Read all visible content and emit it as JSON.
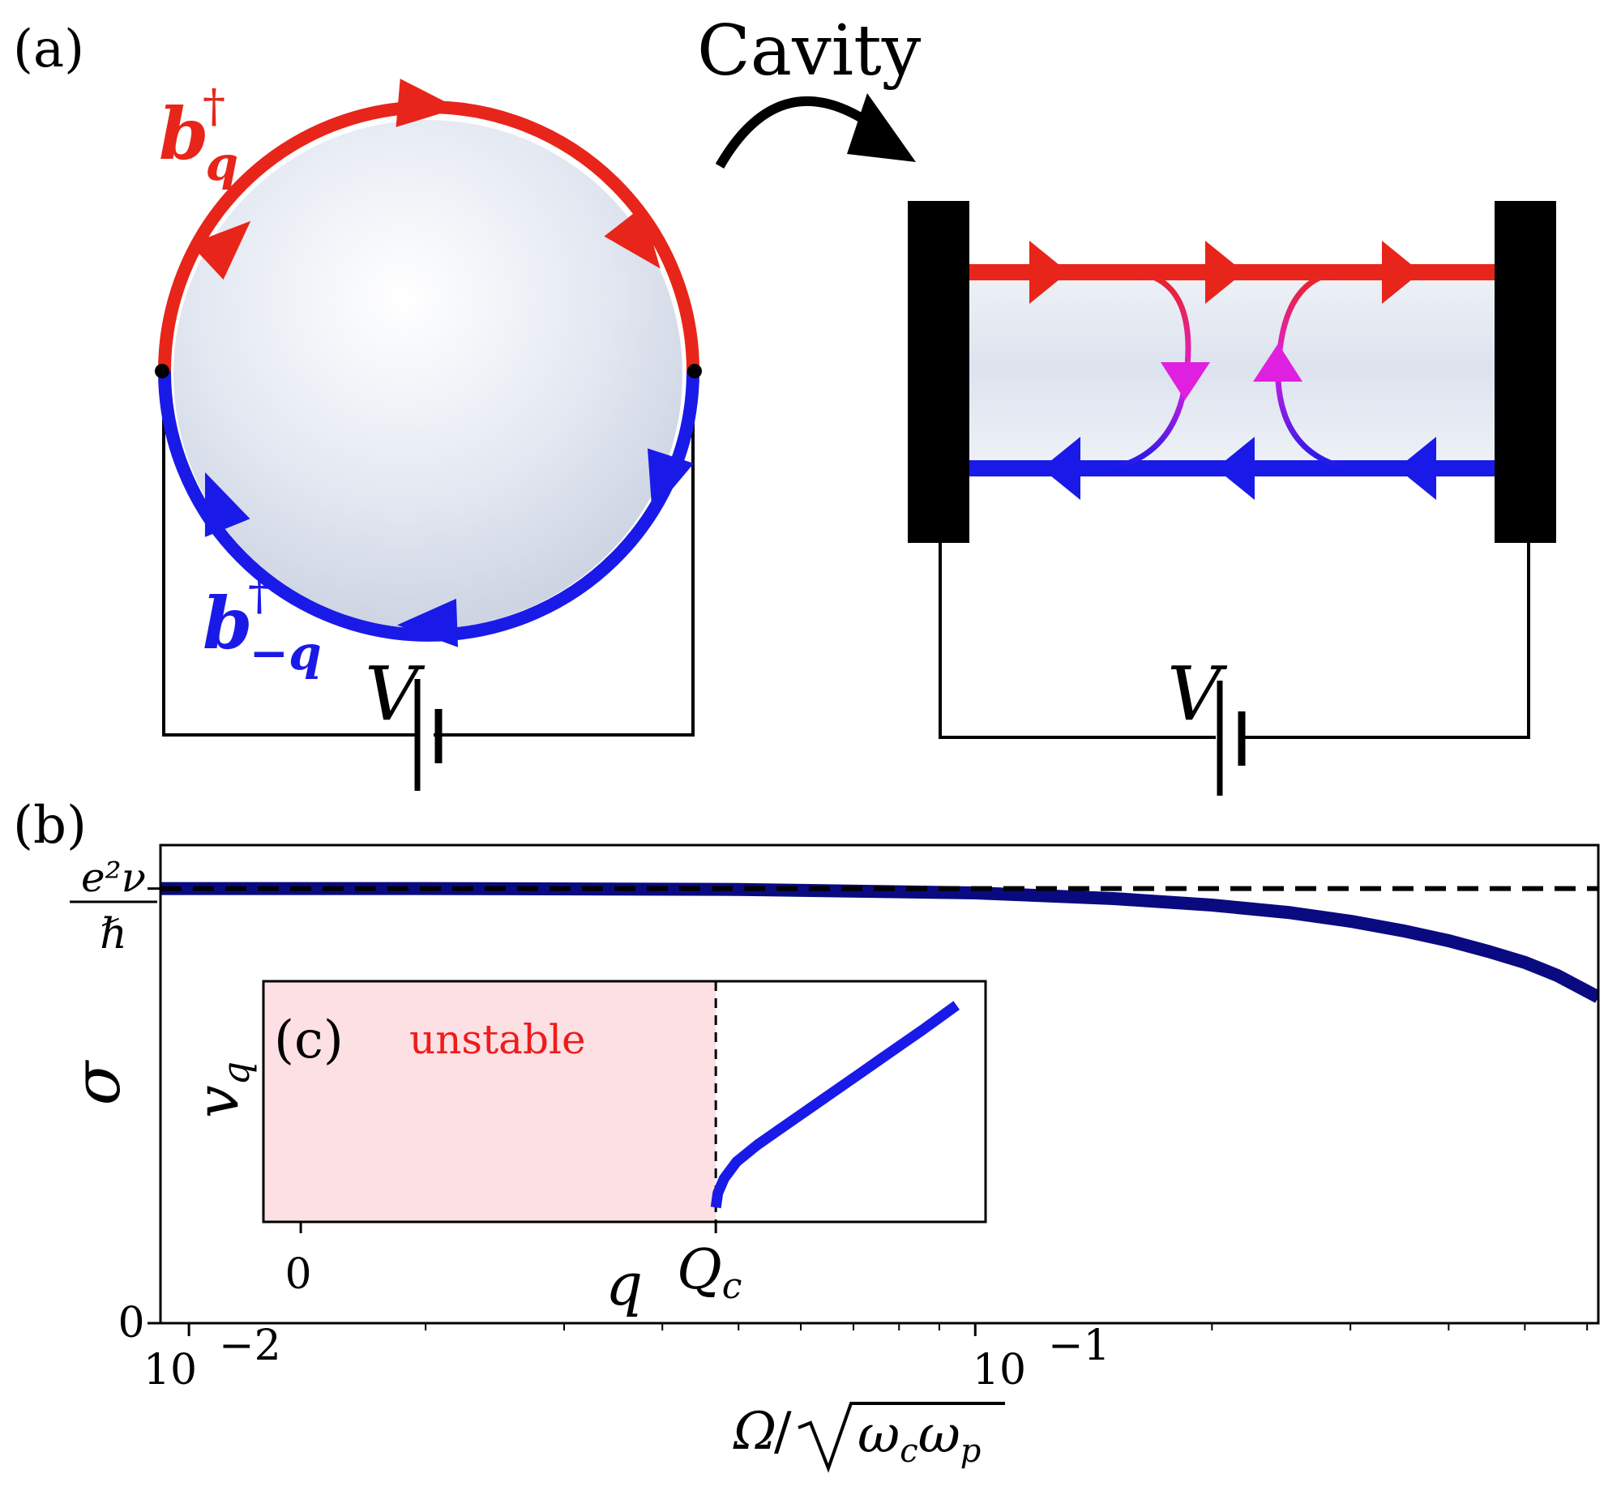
{
  "panels": {
    "a_label": "(a)",
    "b_label": "(b)",
    "c_label": "(c)"
  },
  "diagram": {
    "cavity_label": "Cavity",
    "top_operator": "b",
    "top_operator_sup": "†",
    "top_operator_sub": "q",
    "bottom_operator": "b",
    "bottom_operator_sup": "†",
    "bottom_operator_sub": "−q",
    "voltage_left": "V",
    "voltage_right": "V"
  },
  "colors": {
    "red": "#e8251a",
    "blue": "#1a1ae8",
    "magenta": "#e020e0",
    "navy": "#0a0a80",
    "unstable_fill": "#fde0e3",
    "unstable_text": "#ee1c1c"
  },
  "chart_data": [
    {
      "type": "line",
      "xscale": "log",
      "xlim": [
        0.0092,
        0.62
      ],
      "ylim": [
        0,
        1.1
      ],
      "xlabel": "Ω/√(ωcωp)",
      "ylabel": "σ",
      "x_ticks": [
        {
          "value": 0.01,
          "base": "10",
          "exp": "−2"
        },
        {
          "value": 0.1,
          "base": "10",
          "exp": "−1"
        }
      ],
      "y_ticks": [
        {
          "value": 0,
          "label": "0"
        },
        {
          "value": 1,
          "label_num": "e²ν",
          "label_den": "ℏ"
        }
      ],
      "series": [
        {
          "style": "solid",
          "x": [
            0.0092,
            0.02,
            0.05,
            0.1,
            0.15,
            0.2,
            0.25,
            0.3,
            0.35,
            0.4,
            0.45,
            0.5,
            0.55,
            0.62
          ],
          "y": [
            1.0,
            1.0,
            0.998,
            0.99,
            0.977,
            0.962,
            0.945,
            0.925,
            0.903,
            0.88,
            0.855,
            0.83,
            0.8,
            0.75
          ]
        },
        {
          "style": "dashed",
          "x": [
            0.0092,
            0.62
          ],
          "y": [
            1.0,
            1.0
          ]
        }
      ]
    },
    {
      "type": "line",
      "xlabel": "q",
      "ylabel": "v",
      "ylabel_sub": "q",
      "x_ticks": [
        {
          "value": 0,
          "label": "0"
        },
        {
          "value": 1,
          "label": "Q",
          "label_sub": "c"
        }
      ],
      "xlim": [
        -0.09,
        1.65
      ],
      "ylim": [
        0,
        1
      ],
      "shaded_region": {
        "from": -0.09,
        "to": 1,
        "label": "unstable"
      },
      "series": [
        {
          "style": "solid",
          "x": [
            1.0,
            1.005,
            1.02,
            1.05,
            1.1,
            1.15,
            1.2,
            1.25,
            1.3,
            1.35,
            1.4,
            1.45,
            1.5,
            1.58
          ],
          "y": [
            0.06,
            0.12,
            0.18,
            0.25,
            0.32,
            0.38,
            0.44,
            0.5,
            0.56,
            0.62,
            0.68,
            0.74,
            0.8,
            0.9
          ]
        }
      ]
    }
  ]
}
